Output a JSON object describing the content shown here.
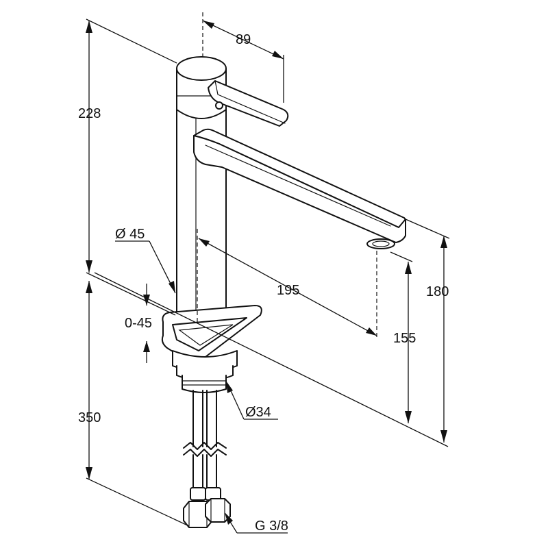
{
  "dimensions": {
    "lever_reach": "89",
    "total_height": "228",
    "spout_height": "180",
    "outlet_height": "155",
    "spout_reach": "195",
    "base_diameter": "Ø 45",
    "deck_thickness": "0-45",
    "thread_diameter": "Ø34",
    "hose_length": "350",
    "connection_thread": "G 3/8"
  }
}
